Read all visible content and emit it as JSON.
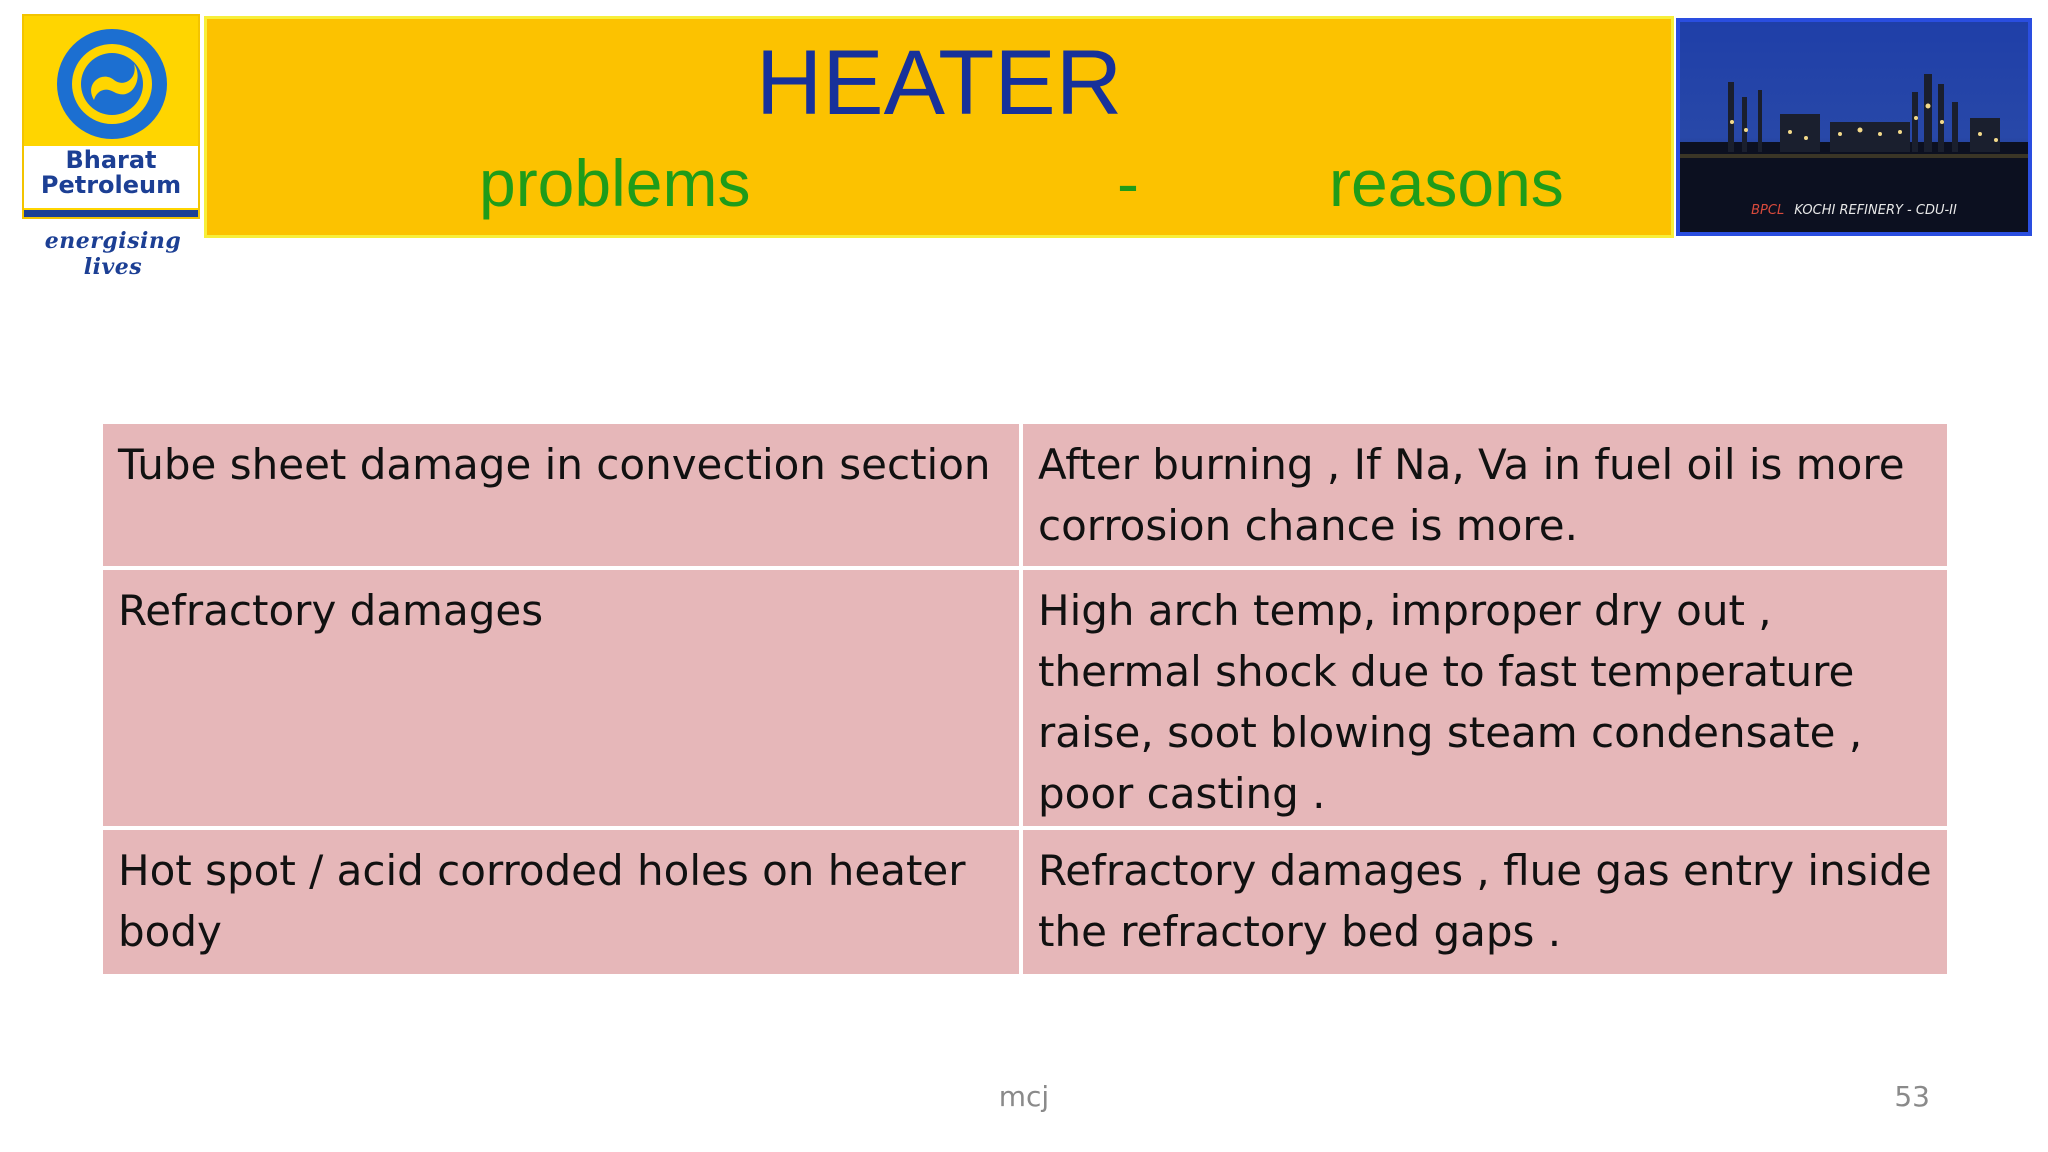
{
  "logo": {
    "name_line1": "Bharat",
    "name_line2": "Petroleum",
    "tagline": "energising lives"
  },
  "title": "HEATER",
  "subtitle": {
    "left": "problems",
    "separator": "-",
    "right": "reasons"
  },
  "photo": {
    "brand": "BPCL",
    "caption": "KOCHI REFINERY  - CDU-II"
  },
  "table": {
    "rows": [
      {
        "problem": "Tube sheet damage in convection section",
        "reason": "After burning , If  Na, Va in fuel oil is more corrosion chance is more."
      },
      {
        "problem": "Refractory damages",
        "reason": "High arch temp, improper dry out , thermal shock due to fast temperature raise, soot blowing steam condensate , poor casting ."
      },
      {
        "problem": "Hot spot / acid corroded holes on heater body",
        "reason": "Refractory damages , flue gas entry inside the refractory bed gaps ."
      }
    ]
  },
  "footer": {
    "author": "mcj",
    "page_number": "53"
  },
  "colors": {
    "banner": "#fcc200",
    "title": "#17319a",
    "subtitle": "#1f9c19",
    "table_cell": "#e6b7b9",
    "logo_blue": "#1c3f94",
    "logo_yellow": "#ffd500"
  }
}
